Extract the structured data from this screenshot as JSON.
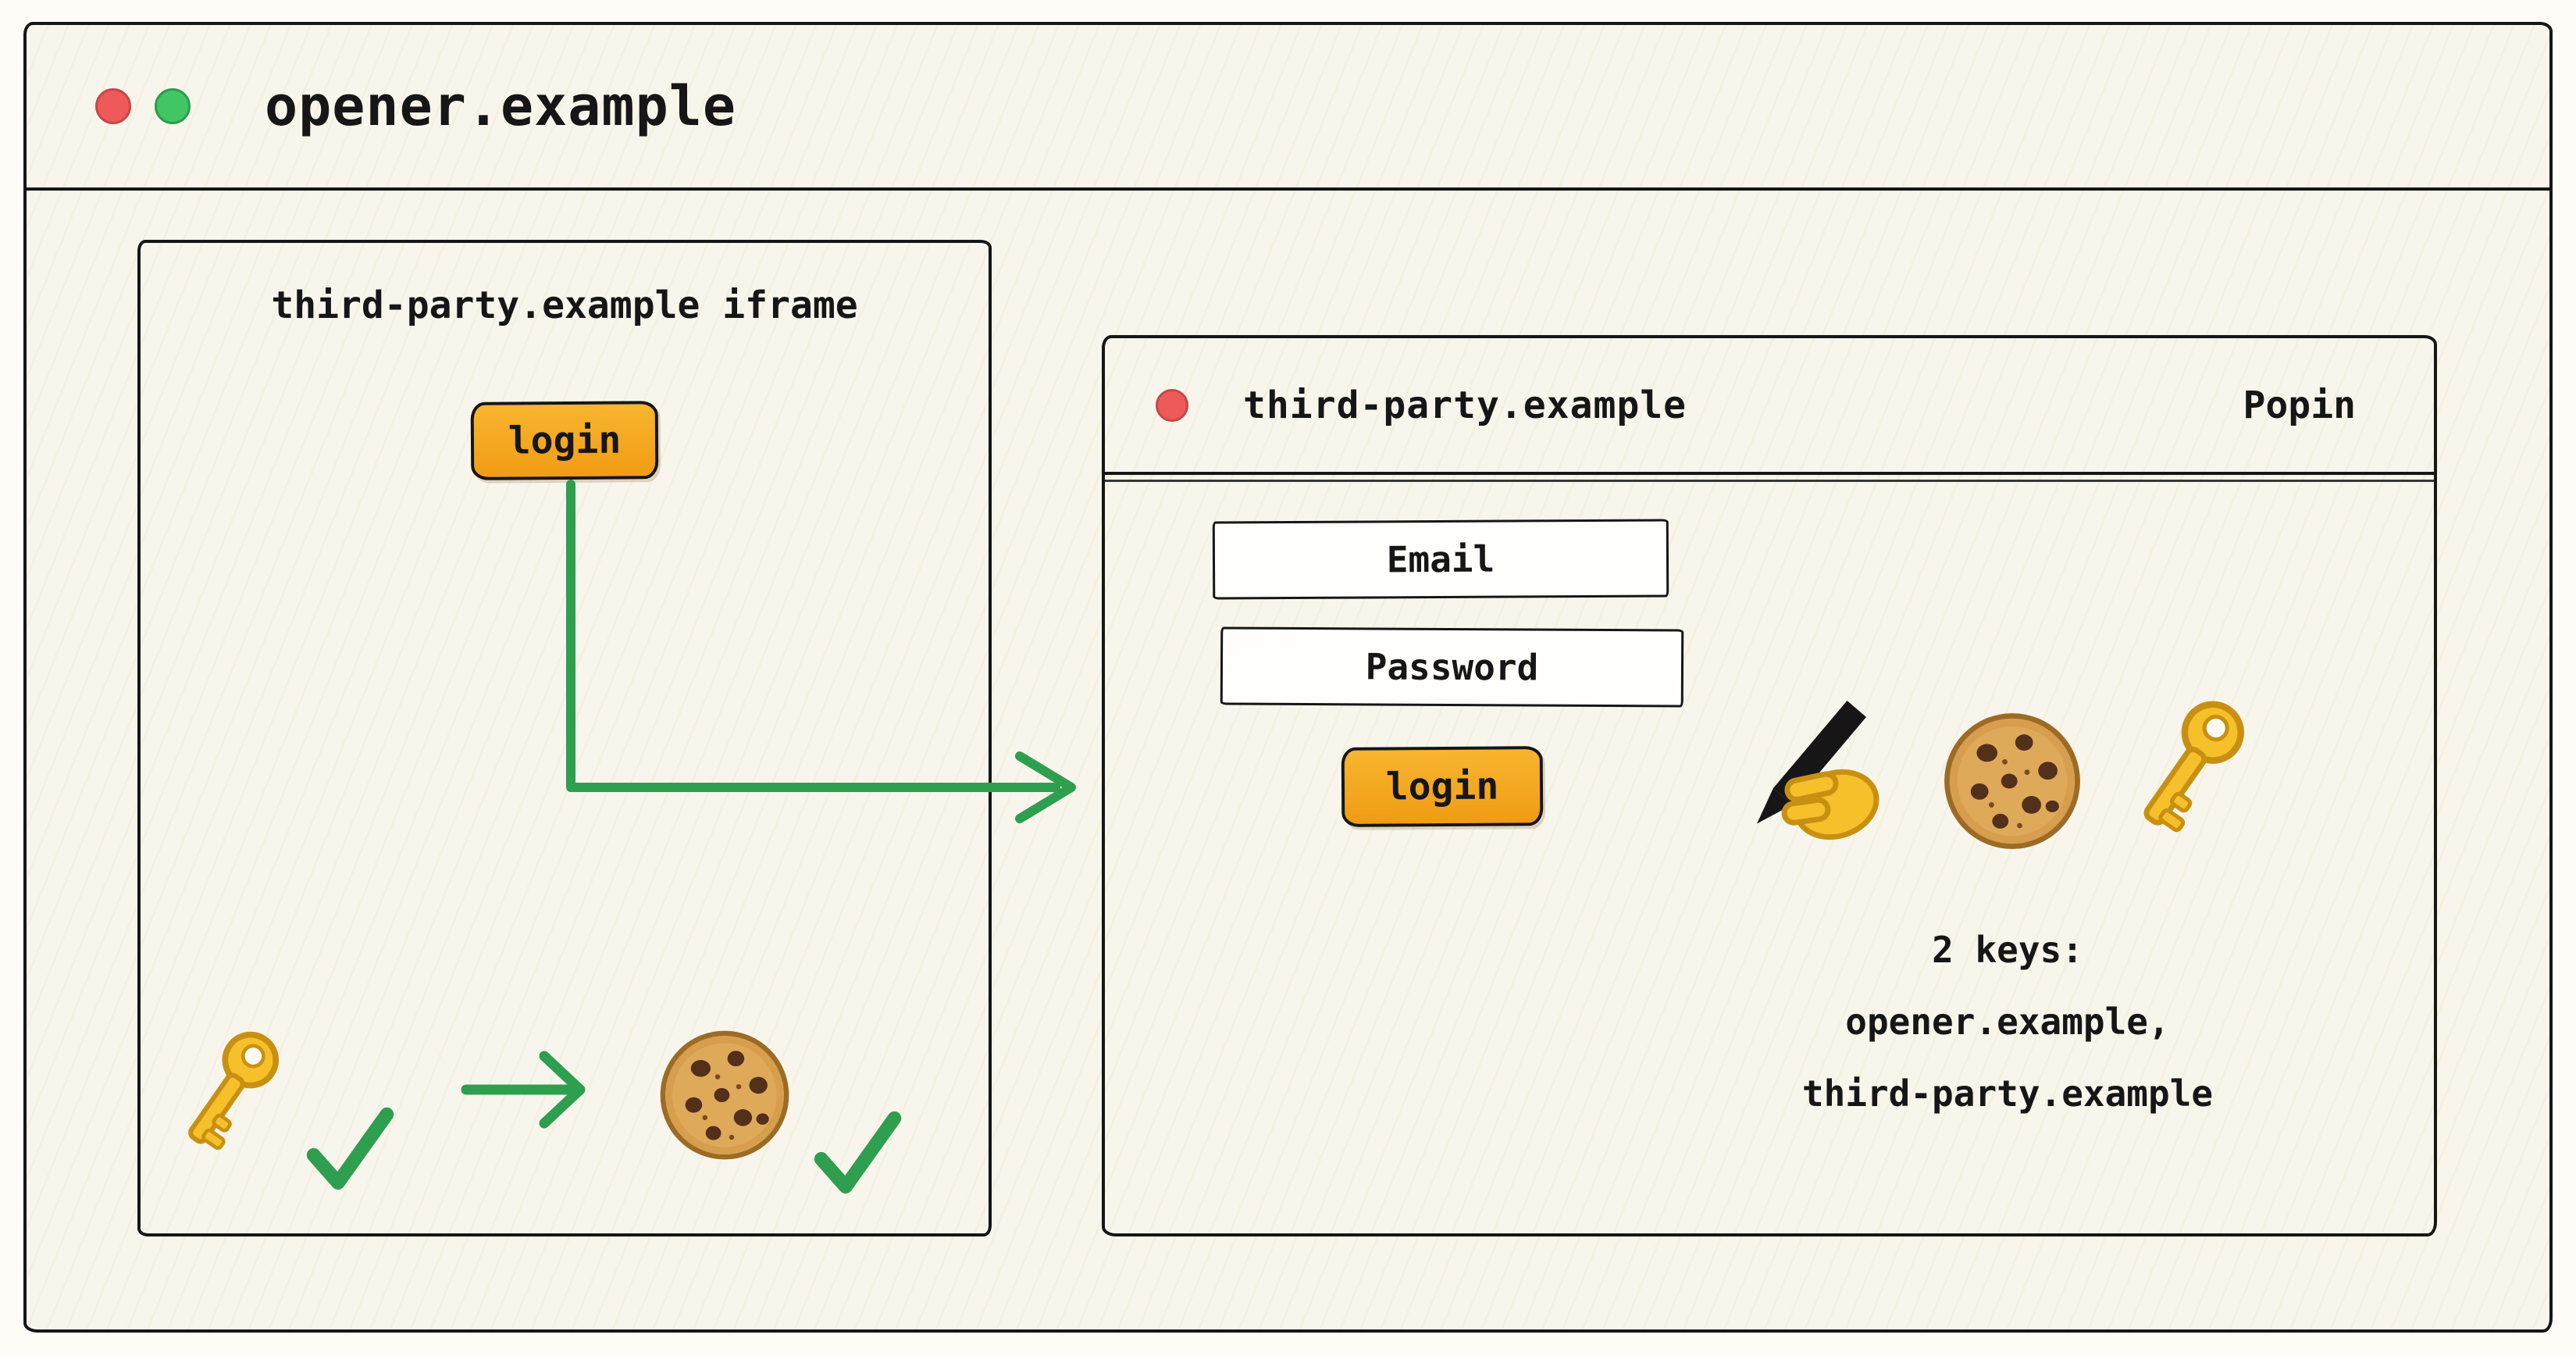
{
  "opener_window": {
    "title": "opener.example"
  },
  "iframe_panel": {
    "title": "third-party.example iframe",
    "login_button": "login",
    "icons": {
      "key": "gold-key",
      "check_after_key": "green-checkmark",
      "arrow": "green-right-arrow",
      "cookie": "chocolate-chip-cookie",
      "check_after_cookie": "green-checkmark"
    }
  },
  "popin_window": {
    "title": "third-party.example",
    "window_type_label": "Popin",
    "email_field": "Email",
    "password_field": "Password",
    "login_button": "login",
    "icons": {
      "writing_hand": "writing-hand",
      "cookie": "chocolate-chip-cookie",
      "key": "gold-key"
    },
    "caption_lines": [
      "2 keys:",
      "opener.example,",
      "third-party.example"
    ]
  },
  "colors": {
    "button_orange": "#F6A821",
    "arrow_green": "#2E9E4F",
    "dot_red": "#EE5A5A",
    "dot_green": "#3FC764",
    "paper": "#F8F6EC",
    "ink": "#161616"
  }
}
